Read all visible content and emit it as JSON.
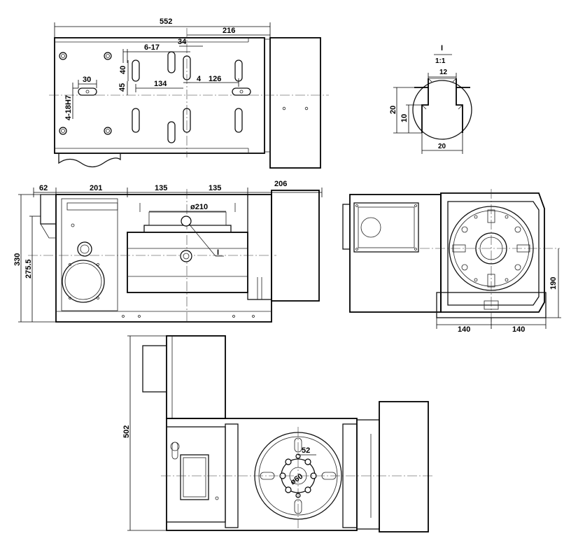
{
  "top_view": {
    "overall_length": "552",
    "motor_length": "216",
    "slot_spec": "6-17",
    "slot_width": "34",
    "slot_length": "40",
    "slot_offset": "45",
    "slot_pitch_left": "134",
    "slot_gap": "4",
    "slot_pitch_right": "126",
    "tslot_spacing": "30",
    "keyway_spec": "4-18H7"
  },
  "detail_view": {
    "label": "I",
    "scale": "1:1",
    "top_width": "12",
    "height_total": "20",
    "height_slot": "10",
    "bottom_width": "20"
  },
  "front_view": {
    "left_offset": "62",
    "left_body": "201",
    "center_left": "135",
    "center_right": "135",
    "motor_length": "206",
    "table_diameter": "ø210",
    "overall_height": "330",
    "axis_height": "275.5",
    "detail_ref": "I"
  },
  "side_view": {
    "half_width_left": "140",
    "half_width_right": "140",
    "center_height": "190"
  },
  "plan_view": {
    "overall_height": "502",
    "bolt_circle": "52",
    "bore_diameter": "ø60"
  }
}
